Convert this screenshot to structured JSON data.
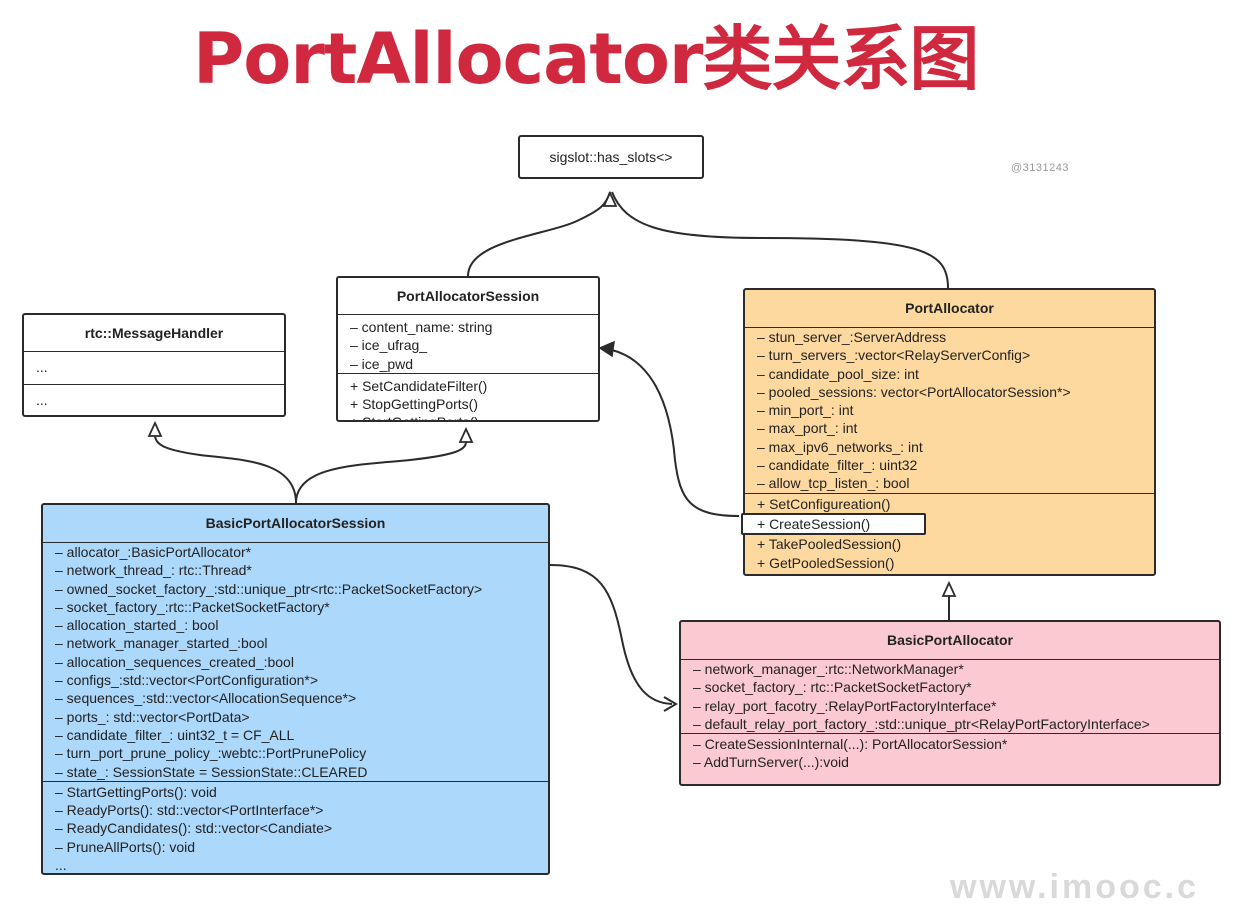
{
  "title": "PortAllocator类关系图",
  "watermark": "@3131243",
  "footer_mark": "www.imooc.c",
  "classes": {
    "has_slots": {
      "name": "sigslot::has_slots<>"
    },
    "port_allocator_session": {
      "name": "PortAllocatorSession",
      "attributes": [
        "– content_name: string",
        "– ice_ufrag_",
        "– ice_pwd"
      ],
      "methods": [
        "+ SetCandidateFilter()",
        "+ StopGettingPorts()",
        "+ StartGettingPorts()"
      ]
    },
    "message_handler": {
      "name": "rtc::MessageHandler",
      "attributes": [
        "..."
      ],
      "methods": [
        "..."
      ]
    },
    "port_allocator": {
      "name": "PortAllocator",
      "attributes": [
        "– stun_server_:ServerAddress",
        "– turn_servers_:vector<RelayServerConfig>",
        "– candidate_pool_size: int",
        "– pooled_sessions: vector<PortAllocatorSession*>",
        "– min_port_: int",
        "– max_port_: int",
        "– max_ipv6_networks_: int",
        "– candidate_filter_: uint32",
        "– allow_tcp_listen_: bool"
      ],
      "methods": [
        "+ SetConfigureation()",
        "+ CreateSession()",
        "+ TakePooledSession()",
        "+ GetPooledSession()"
      ]
    },
    "basic_port_allocator_session": {
      "name": "BasicPortAllocatorSession",
      "attributes": [
        "– allocator_:BasicPortAllocator*",
        "– network_thread_: rtc::Thread*",
        "– owned_socket_factory_:std::unique_ptr<rtc::PacketSocketFactory>",
        "– socket_factory_:rtc::PacketSocketFactory*",
        "– allocation_started_: bool",
        "– network_manager_started_:bool",
        "– allocation_sequences_created_:bool",
        "– configs_:std::vector<PortConfiguration*>",
        "– sequences_:std::vector<AllocationSequence*>",
        "– ports_: std::vector<PortData>",
        "– candidate_filter_: uint32_t = CF_ALL",
        "– turn_port_prune_policy_:webtc::PortPrunePolicy",
        "– state_: SessionState = SessionState::CLEARED"
      ],
      "methods": [
        "– StartGettingPorts(): void",
        "– ReadyPorts(): std::vector<PortInterface*>",
        "– ReadyCandidates(): std::vector<Candiate>",
        "– PruneAllPorts(): void",
        "..."
      ]
    },
    "basic_port_allocator": {
      "name": "BasicPortAllocator",
      "attributes": [
        "– network_manager_:rtc::NetworkManager*",
        "– socket_factory_: rtc::PacketSocketFactory*",
        "– relay_port_facotry_:RelayPortFactoryInterface*",
        "– default_relay_port_factory_:std::unique_ptr<RelayPortFactoryInterface>"
      ],
      "methods": [
        "– CreateSessionInternal(...): PortAllocatorSession*",
        "– AddTurnServer(...):void",
        "..."
      ]
    }
  },
  "colors": {
    "title": "#d0283e",
    "port_allocator": "#fdd9a0",
    "basic_port_allocator_session": "#acd8fb",
    "basic_port_allocator": "#fbc9d1"
  }
}
